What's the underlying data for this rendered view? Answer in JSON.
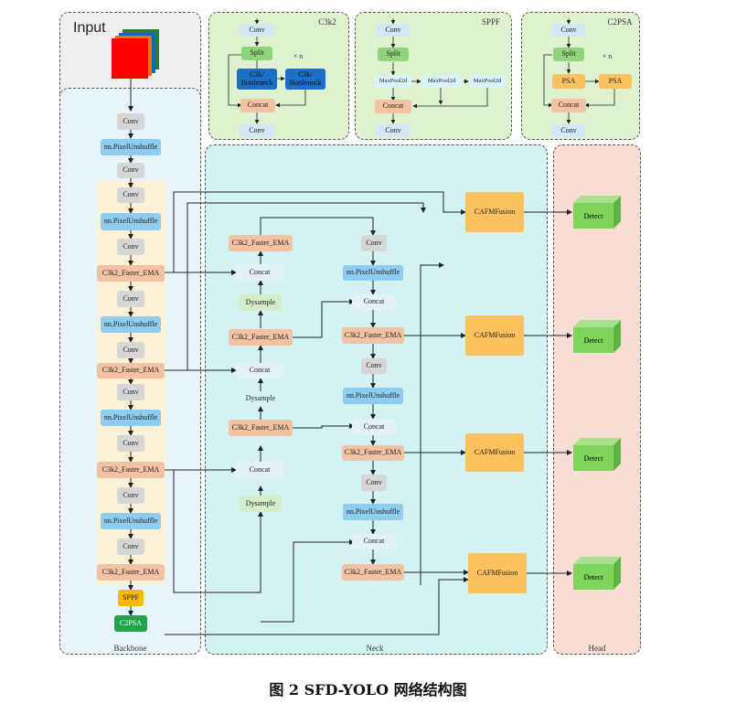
{
  "caption": "图 2 SFD-YOLO 网络结构图",
  "panels": {
    "input": "Input",
    "c3k2": "C3k2",
    "sppf": "SPPF",
    "c2psa": "C2PSA",
    "backbone": "Backbone",
    "neck": "Neck",
    "head": "Head"
  },
  "labels": {
    "conv": "Conv",
    "pix": "nn.PixelUnshuffle",
    "c3k2fe": "C3k2_Faster_EMA",
    "sppf": "SPPF",
    "c2psa": "C2PSA",
    "concat": "Concat",
    "dysample": "Dysample",
    "cafm": "CAFMFusion",
    "detect": "Detect",
    "split": "Split",
    "c3k_line1": "C3k/",
    "c3k_line2": "Bottleneck",
    "xn": "× n",
    "maxpool": "MaxPool2d",
    "psa": "PSA"
  },
  "colors": {
    "input_bg": "#efefef",
    "backbone_bg": "#e8f4fb",
    "backbone_stage_bg": "#fbf1d6",
    "neck_bg": "#d3f3f3",
    "head_bg": "#f8ddd4",
    "module_bg": "#def2d0"
  }
}
